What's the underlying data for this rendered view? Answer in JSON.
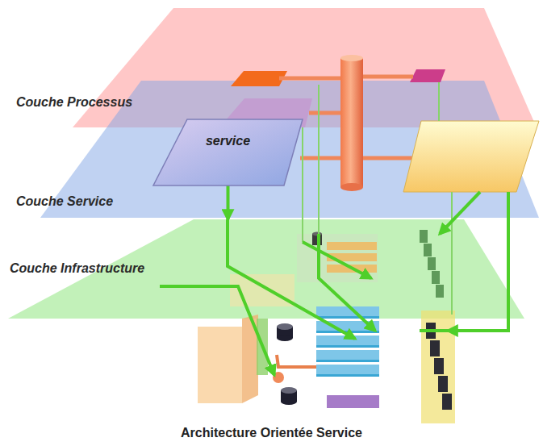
{
  "diagram": {
    "caption": "Architecture Orientée Service",
    "nodes": [
      {
        "text": [
          "Couche Processus"
        ]
      },
      {
        "text": [
          "Couche Service"
        ]
      },
      {
        "text": [
          "Couche Infrastructure"
        ]
      },
      {
        "text": [
          "service"
        ],
        "in": 1
      }
    ],
    "edges": [
      {
        "from": 3,
        "to": 2,
        "arrow": "to"
      }
    ]
  }
}
